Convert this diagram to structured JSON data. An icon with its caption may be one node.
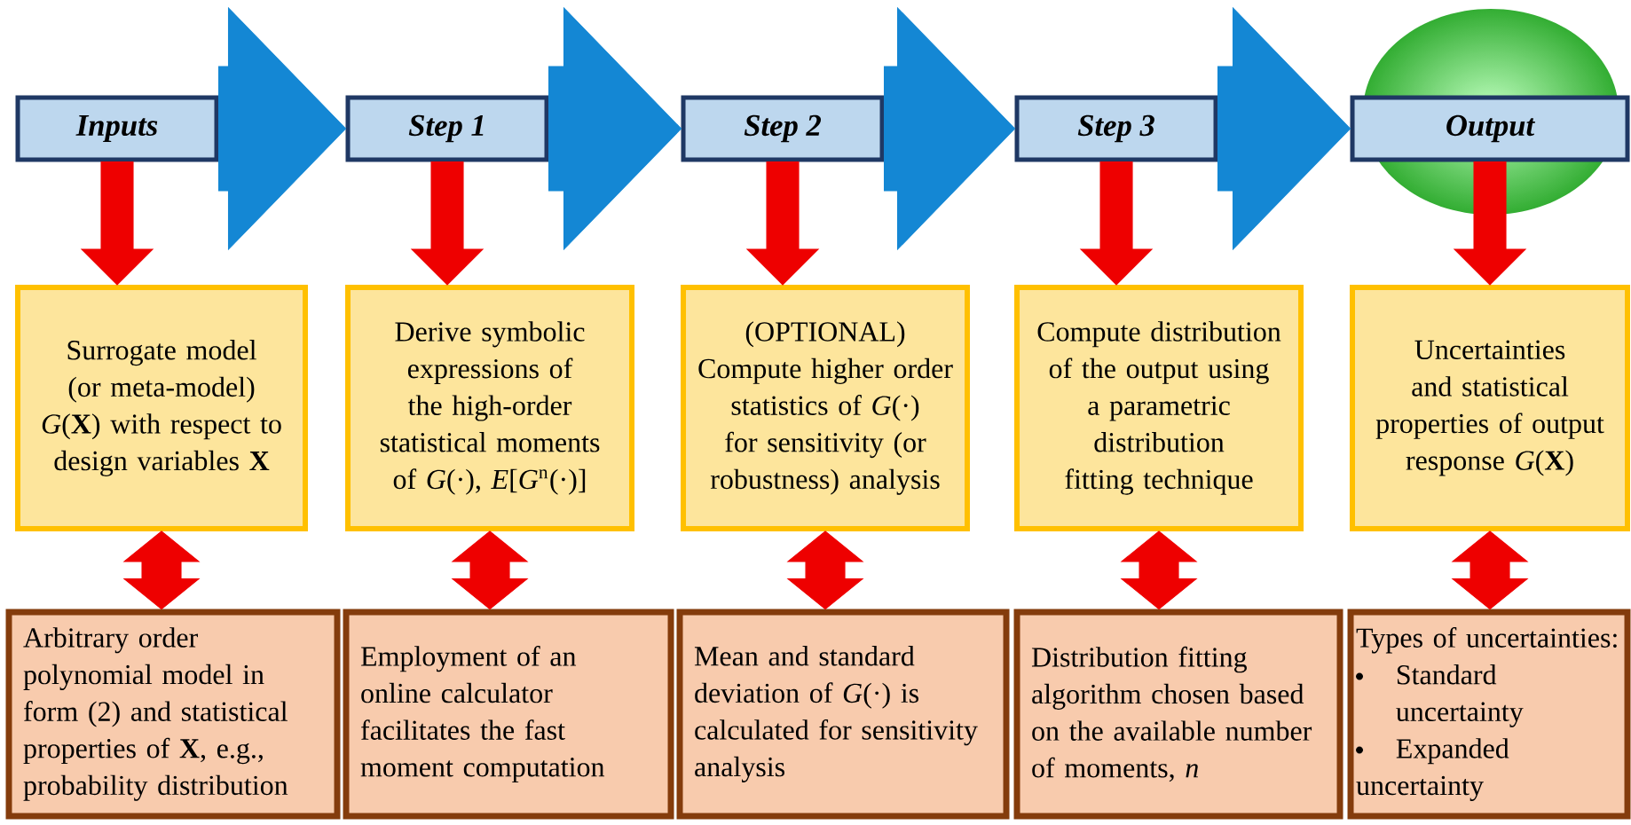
{
  "diagram": {
    "nodes": [
      {
        "text": [
          "Inputs"
        ]
      },
      {
        "text": [
          "Step 1"
        ]
      },
      {
        "text": [
          "Step 2"
        ]
      },
      {
        "text": [
          "Step 3"
        ]
      },
      {
        "text": [
          "Output"
        ]
      },
      {
        "text": [
          "Surrogate model (or meta-model) *G*(**X**) with respect to design variables **X**"
        ]
      },
      {
        "text": [
          "Derive symbolic expressions of the high-order statistical moments of *G*(·), *E*[*G*$^{n}$(·)]"
        ]
      },
      {
        "text": [
          "(OPTIONAL)",
          "Compute higher order statistics of *G*(·) for sensitivity (or robustness) analysis"
        ]
      },
      {
        "text": [
          "Compute distribution of the output using a parametric distribution fitting technique"
        ]
      },
      {
        "text": [
          "Uncertainties and statistical properties of output response *G*(**X**)"
        ]
      },
      {
        "text": [
          "Arbitrary order polynomial model in form (2) and statistical properties of **X**, e.g., probability distribution"
        ]
      },
      {
        "text": [
          "Employment of an online calculator facilitates the fast moment computation"
        ]
      },
      {
        "text": [
          "Mean and standard deviation of *G*(·) is calculated for sensitivity analysis"
        ]
      },
      {
        "text": [
          "Distribution fitting algorithm chosen based on the available number of moments, *n*"
        ]
      },
      {
        "text": [
          "Types of uncertainties:",
          "Standard uncertainty",
          "Expanded uncertainty"
        ]
      }
    ],
    "edges": [
      {
        "from": 0,
        "to": 1,
        "arrow": "to",
        "style": "thick",
        "color": "#1487d4"
      },
      {
        "from": 1,
        "to": 2,
        "arrow": "to",
        "style": "thick",
        "color": "#1487d4"
      },
      {
        "from": 2,
        "to": 3,
        "arrow": "to",
        "style": "thick",
        "color": "#1487d4"
      },
      {
        "from": 3,
        "to": 4,
        "arrow": "to",
        "style": "thick",
        "color": "#1487d4"
      },
      {
        "from": 0,
        "to": 5,
        "arrow": "to"
      },
      {
        "from": 1,
        "to": 6,
        "arrow": "to"
      },
      {
        "from": 2,
        "to": 7,
        "arrow": "to"
      },
      {
        "from": 3,
        "to": 8,
        "arrow": "to"
      },
      {
        "from": 4,
        "to": 9,
        "arrow": "to"
      },
      {
        "from": 5,
        "to": 10,
        "arrow": "both"
      },
      {
        "from": 6,
        "to": 11,
        "arrow": "both"
      },
      {
        "from": 7,
        "to": 12,
        "arrow": "both"
      },
      {
        "from": 8,
        "to": 13,
        "arrow": "both"
      },
      {
        "from": 9,
        "to": 14,
        "arrow": "both"
      }
    ]
  }
}
